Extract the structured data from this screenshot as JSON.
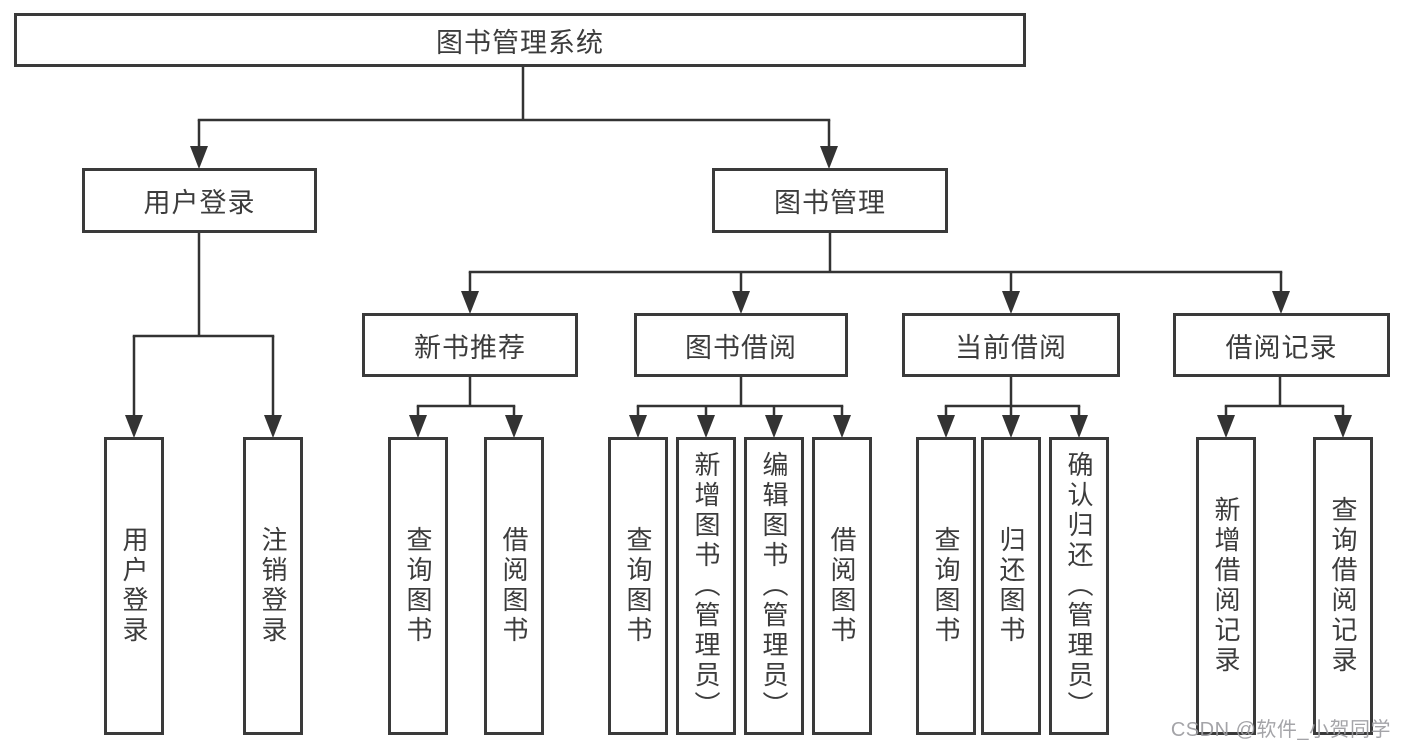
{
  "diagram": {
    "root": {
      "label": "图书管理系统"
    },
    "level1": [
      {
        "label": "用户登录"
      },
      {
        "label": "图书管理"
      }
    ],
    "level2": [
      {
        "label": "新书推荐"
      },
      {
        "label": "图书借阅"
      },
      {
        "label": "当前借阅"
      },
      {
        "label": "借阅记录"
      }
    ],
    "leaves": [
      {
        "label": "用户登录"
      },
      {
        "label": "注销登录"
      },
      {
        "label": "查询图书"
      },
      {
        "label": "借阅图书"
      },
      {
        "label": "查询图书"
      },
      {
        "label": "新增图书（管理员）"
      },
      {
        "label": "编辑图书（管理员）"
      },
      {
        "label": "借阅图书"
      },
      {
        "label": "查询图书"
      },
      {
        "label": "归还图书"
      },
      {
        "label": "确认归还（管理员）"
      },
      {
        "label": "新增借阅记录"
      },
      {
        "label": "查询借阅记录"
      }
    ],
    "colors": {
      "line": "#333333",
      "box_border": "#3a3a3a",
      "text": "#3c3c3c",
      "background": "#ffffff",
      "watermark": "#9d9da1"
    }
  },
  "watermark": {
    "text": "CSDN @软件_小贺同学"
  }
}
